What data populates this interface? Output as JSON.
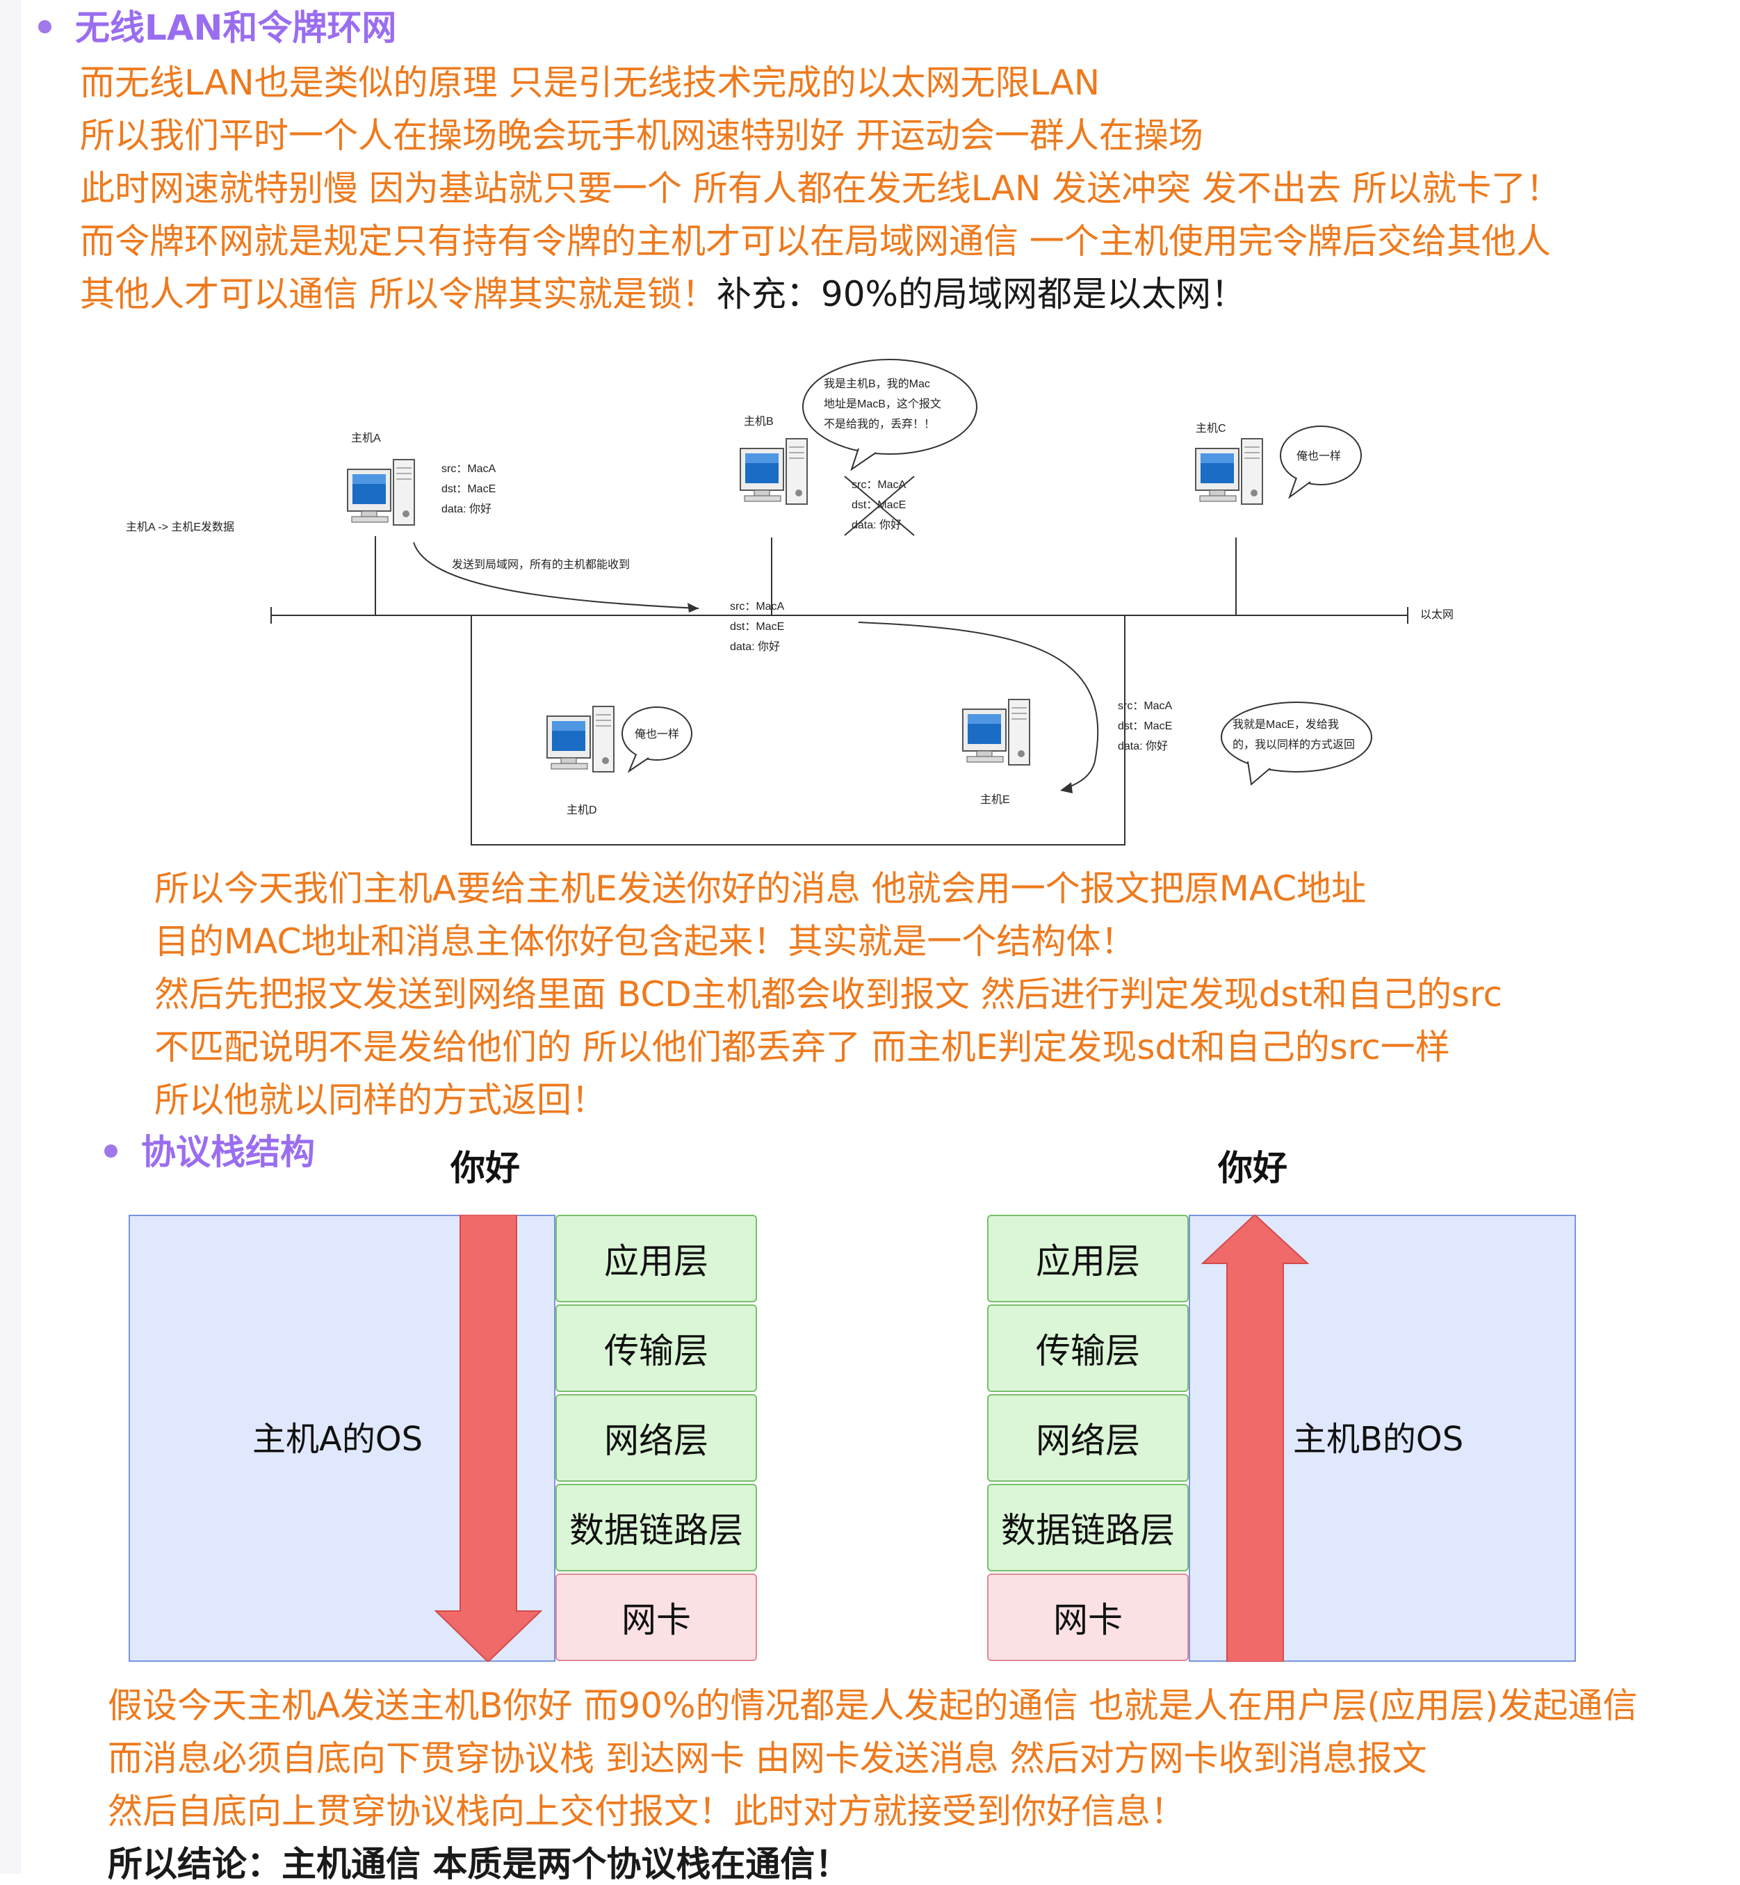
{
  "section1": {
    "heading": "无线LAN和令牌环网",
    "lines": [
      "而无线LAN也是类似的原理 只是引无线技术完成的以太网无限LAN",
      "所以我们平时一个人在操场晚会玩手机网速特别好 开运动会一群人在操场",
      "此时网速就特别慢 因为基站就只要一个 所有人都在发无线LAN 发送冲突 发不出去 所以就卡了！",
      "而令牌环网就是规定只有持有令牌的主机才可以在局域网通信 一个主机使用完令牌后交给其他人"
    ],
    "line5_orange": "其他人才可以通信 所以令牌其实就是锁！",
    "line5_black": "补充：90%的局域网都是以太网！"
  },
  "network_diagram": {
    "side_label": "主机A -> 主机E发数据",
    "host_a": "主机A",
    "host_b": "主机B",
    "host_c": "主机C",
    "host_d": "主机D",
    "host_e": "主机E",
    "frame_a": {
      "src": "src：MacA",
      "dst": "dst：MacE",
      "data": "data: 你好"
    },
    "frame_b": {
      "src": "src：MacA",
      "dst": "dst：MacE",
      "data": "data: 你好"
    },
    "frame_mid": {
      "src": "src：MacA",
      "dst": "dst：MacE",
      "data": "data: 你好"
    },
    "frame_e": {
      "src": "src：MacA",
      "dst": "dst：MacE",
      "data": "data: 你好"
    },
    "bubble_b": [
      "我是主机B，我的Mac",
      "地址是MacB，这个报文",
      "不是给我的，丢弃！！"
    ],
    "bubble_c": "俺也一样",
    "bubble_d": "俺也一样",
    "bubble_e": [
      "我就是MacE，发给我",
      "的，我以同样的方式返回"
    ],
    "broadcast_note": "发送到局域网，所有的主机都能收到",
    "ethernet_label": "以太网"
  },
  "section1_after": [
    "所以今天我们主机A要给主机E发送你好的消息 他就会用一个报文把原MAC地址",
    "目的MAC地址和消息主体你好包含起来！其实就是一个结构体！",
    "然后先把报文发送到网络里面 BCD主机都会收到报文 然后进行判定发现dst和自己的src",
    "不匹配说明不是发给他们的 所以他们都丢弃了 而主机E判定发现sdt和自己的src一样",
    "所以他就以同样的方式返回！"
  ],
  "section2": {
    "heading": "协议栈结构",
    "hello_left": "你好",
    "hello_right": "你好",
    "os_a": "主机A的OS",
    "os_b": "主机B的OS",
    "layers": [
      "应用层",
      "传输层",
      "网络层",
      "数据链路层",
      "网卡"
    ],
    "colors": {
      "os_fill": "#e0e8fd",
      "layer_fill": "#dbf6d6",
      "nic_fill": "#fbe1e3",
      "arrow": "#f06a6a"
    }
  },
  "section2_after": [
    "假设今天主机A发送主机B你好 而90%的情况都是人发起的通信 也就是人在用户层(应用层)发起通信",
    "而消息必须自底向下贯穿协议栈 到达网卡 由网卡发送消息 然后对方网卡收到消息报文",
    "然后自底向上贯穿协议栈向上交付报文！此时对方就接受到你好信息！"
  ],
  "conclusion": "所以结论：主机通信 本质是两个协议栈在通信！"
}
